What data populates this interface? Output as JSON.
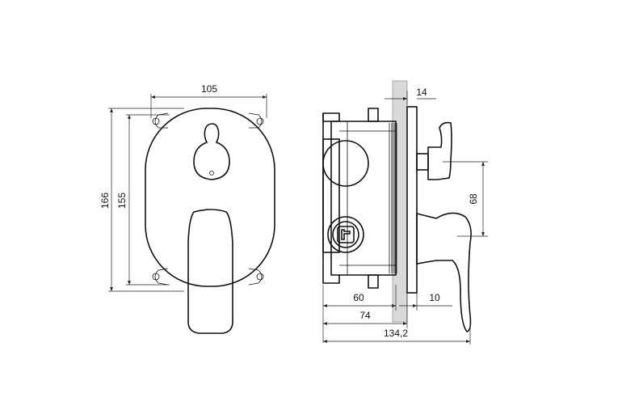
{
  "front_view": {
    "width_label": "105",
    "height_outer_label": "166",
    "height_inner_label": "155"
  },
  "side_view": {
    "wall_offset_label": "14",
    "handle_spacing_label": "68",
    "box_depth_label": "60",
    "box_total_label": "74",
    "plate_to_handle_label": "10",
    "overall_depth_label": "134,2"
  }
}
